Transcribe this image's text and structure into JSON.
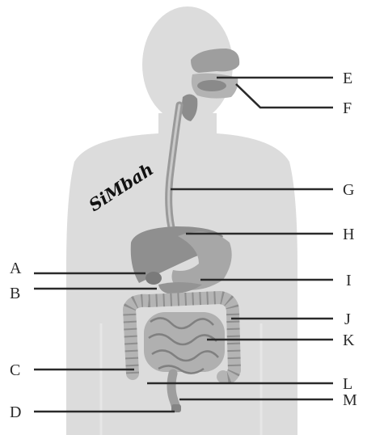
{
  "watermark": "SiMbah",
  "labels": {
    "A": "A",
    "B": "B",
    "C": "C",
    "D": "D",
    "E": "E",
    "F": "F",
    "G": "G",
    "H": "H",
    "I": "I",
    "J": "J",
    "K": "K",
    "L": "L",
    "M": "M"
  },
  "colors": {
    "body_silhouette": "#dcdcdc",
    "organ_fill": "#aaaaaa",
    "organ_dark": "#7d7d7d",
    "leader_line": "#2a2a2a"
  }
}
